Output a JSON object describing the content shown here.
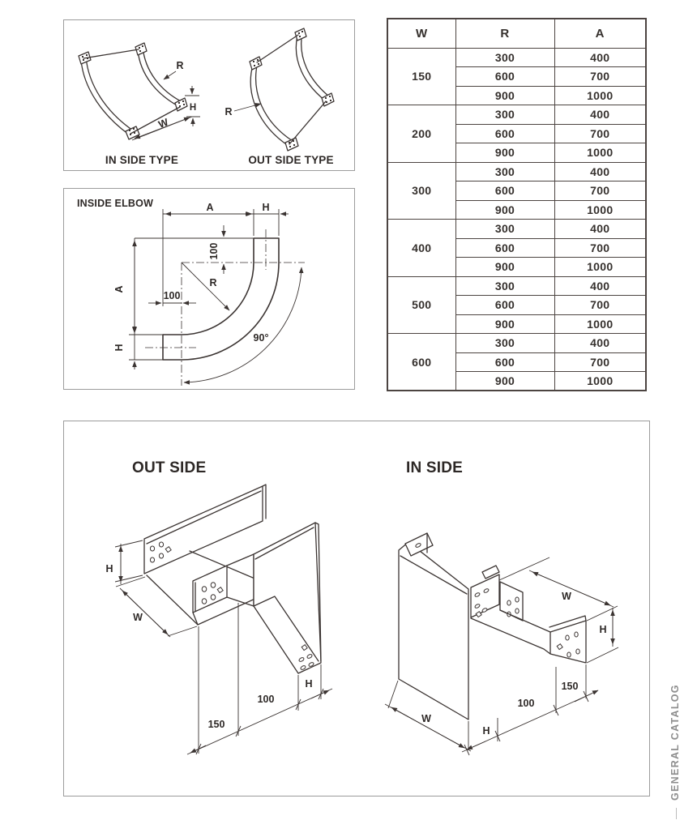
{
  "side_text": {
    "label": "GENERAL CATALOG"
  },
  "type_panel": {
    "in_caption": "IN SIDE TYPE",
    "out_caption": "OUT SIDE TYPE",
    "labels": {
      "r_in": "R",
      "h": "H",
      "w": "W",
      "r_out": "R"
    }
  },
  "elbow_panel": {
    "title": "INSIDE ELBOW",
    "labels": {
      "a_top": "A",
      "h_top": "H",
      "a_left": "A",
      "h_left": "H",
      "v100": "100",
      "h100": "100",
      "r": "R",
      "angle": "90°"
    }
  },
  "spec_table": {
    "headers": [
      "W",
      "R",
      "A"
    ],
    "groups": [
      {
        "w": "150",
        "rows": [
          [
            "300",
            "400"
          ],
          [
            "600",
            "700"
          ],
          [
            "900",
            "1000"
          ]
        ]
      },
      {
        "w": "200",
        "rows": [
          [
            "300",
            "400"
          ],
          [
            "600",
            "700"
          ],
          [
            "900",
            "1000"
          ]
        ]
      },
      {
        "w": "300",
        "rows": [
          [
            "300",
            "400"
          ],
          [
            "600",
            "700"
          ],
          [
            "900",
            "1000"
          ]
        ]
      },
      {
        "w": "400",
        "rows": [
          [
            "300",
            "400"
          ],
          [
            "600",
            "700"
          ],
          [
            "900",
            "1000"
          ]
        ]
      },
      {
        "w": "500",
        "rows": [
          [
            "300",
            "400"
          ],
          [
            "600",
            "700"
          ],
          [
            "900",
            "1000"
          ]
        ]
      },
      {
        "w": "600",
        "rows": [
          [
            "300",
            "400"
          ],
          [
            "600",
            "700"
          ],
          [
            "900",
            "1000"
          ]
        ]
      }
    ]
  },
  "detail_panel": {
    "out": {
      "title": "OUT SIDE",
      "labels": {
        "h_left": "H",
        "w": "W",
        "d150": "150",
        "d100": "100",
        "h_right": "H"
      }
    },
    "in": {
      "title": "IN SIDE",
      "labels": {
        "w_top": "W",
        "h_right": "H",
        "d150": "150",
        "d100": "100",
        "h_bottom": "H",
        "w_bottom": "W"
      }
    }
  }
}
